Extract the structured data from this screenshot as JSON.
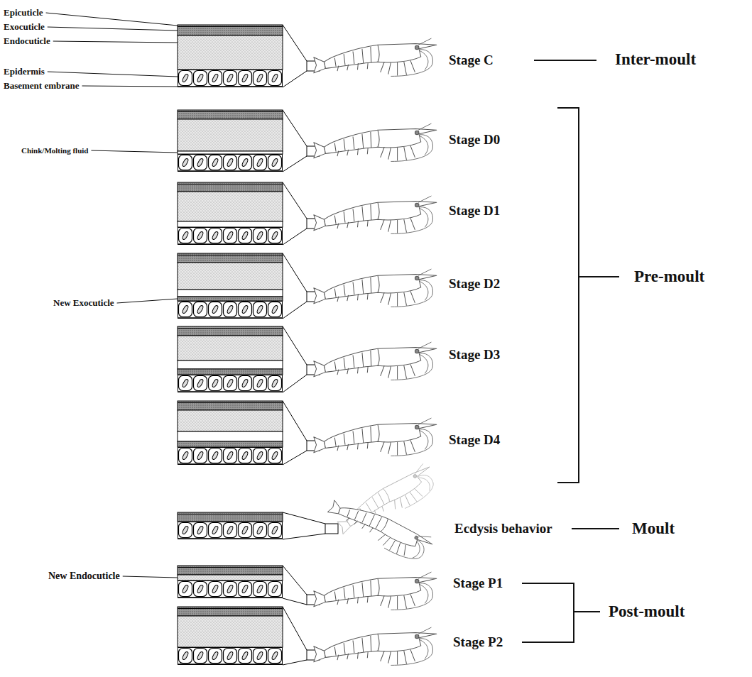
{
  "diagram": {
    "labels": [
      "Epicuticle",
      "Exocuticle",
      "Endocuticle",
      "Epidermis",
      "Basement embrane",
      "Stage C",
      "Inter-moult",
      "Chink/Molting fluid",
      "Stage D0",
      "Stage D1",
      "Stage D2",
      "New Exocuticle",
      "Stage D3",
      "Stage D4",
      "Pre-moult",
      "Ecdysis behavior",
      "Moult",
      "New Endocuticle",
      "Stage P1",
      "Stage P2",
      "Post-moult"
    ]
  }
}
